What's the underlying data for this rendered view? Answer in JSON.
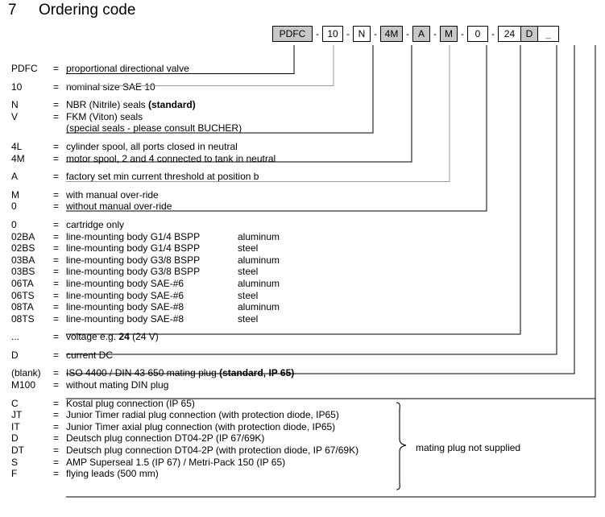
{
  "header": {
    "number": "7",
    "title": "Ordering code"
  },
  "code_string": {
    "segments": [
      {
        "text": "PDFC",
        "shaded": true,
        "cls": "cb-pdfc"
      },
      {
        "text": "10",
        "shaded": false,
        "cls": "cb-10"
      },
      {
        "text": "N",
        "shaded": false,
        "cls": "cb-n"
      },
      {
        "text": "4M",
        "shaded": true,
        "cls": "cb-4m"
      },
      {
        "text": "A",
        "shaded": true,
        "cls": "cb-a"
      },
      {
        "text": "M",
        "shaded": true,
        "cls": "cb-m"
      },
      {
        "text": "0",
        "shaded": false,
        "cls": "cb-0"
      },
      {
        "text": "24",
        "shaded": false,
        "cls": "cb-24"
      },
      {
        "text": "D",
        "shaded": true,
        "cls": "cb-d"
      },
      {
        "text": "_",
        "shaded": false,
        "cls": "cb-blank"
      }
    ],
    "separator": "-"
  },
  "definitions": {
    "equals": "=",
    "groups": [
      {
        "rows": [
          {
            "code": "PDFC",
            "desc": "proportional directional valve",
            "mat": ""
          }
        ]
      },
      {
        "rows": [
          {
            "code": "10",
            "desc": "nominal size SAE 10",
            "mat": ""
          }
        ]
      },
      {
        "rows": [
          {
            "code": "N",
            "desc_html": "NBR (Nitrile) seals  <b>(standard)</b>",
            "mat": ""
          },
          {
            "code": "V",
            "desc": "FKM (Viton) seals",
            "mat": ""
          },
          {
            "code": "",
            "desc": "(special seals - please consult BUCHER)",
            "mat": ""
          }
        ]
      },
      {
        "rows": [
          {
            "code": "4L",
            "desc": "cylinder spool, all ports closed in neutral",
            "mat": ""
          },
          {
            "code": "4M",
            "desc": "motor spool, 2 and 4 connected to tank in neutral",
            "mat": ""
          }
        ]
      },
      {
        "rows": [
          {
            "code": "A",
            "desc": "factory set min current threshold at position b",
            "mat": ""
          }
        ]
      },
      {
        "rows": [
          {
            "code": "M",
            "desc": "with manual over-ride",
            "mat": ""
          },
          {
            "code": "0",
            "desc": "without manual over-ride",
            "mat": ""
          }
        ]
      },
      {
        "rows": [
          {
            "code": "0",
            "desc": "cartridge only",
            "mat": ""
          },
          {
            "code": "02BA",
            "desc": "line-mounting body G1/4 BSPP",
            "mat": "aluminum"
          },
          {
            "code": "02BS",
            "desc": "line-mounting body G1/4 BSPP",
            "mat": "steel"
          },
          {
            "code": "03BA",
            "desc": "line-mounting body G3/8 BSPP",
            "mat": "aluminum"
          },
          {
            "code": "03BS",
            "desc": "line-mounting body G3/8 BSPP",
            "mat": "steel"
          },
          {
            "code": "06TA",
            "desc": "line-mounting body SAE-#6",
            "mat": "aluminum"
          },
          {
            "code": "06TS",
            "desc": "line-mounting body SAE-#6",
            "mat": "steel"
          },
          {
            "code": "08TA",
            "desc": "line-mounting body SAE-#8",
            "mat": "aluminum"
          },
          {
            "code": "08TS",
            "desc": "line-mounting body SAE-#8",
            "mat": "steel"
          }
        ]
      },
      {
        "rows": [
          {
            "code": "...",
            "desc_html": "voltage e.g. <b>24</b> (24 V)",
            "mat": ""
          }
        ]
      },
      {
        "rows": [
          {
            "code": "D",
            "desc": "current  DC",
            "mat": ""
          }
        ]
      },
      {
        "rows": [
          {
            "code": "(blank)",
            "desc_html": "ISO 4400 / DIN 43 650 mating plug <b>(standard, IP 65)</b>",
            "mat": ""
          },
          {
            "code": "M100",
            "desc": "without mating DIN plug",
            "mat": ""
          }
        ]
      },
      {
        "rows": [
          {
            "code": "C",
            "desc": "Kostal plug connection (IP 65)",
            "mat": ""
          },
          {
            "code": "JT",
            "desc": "Junior Timer radial plug connection (with protection diode, IP65)",
            "mat": ""
          },
          {
            "code": "IT",
            "desc": "Junior Timer axial plug connection (with protection diode, IP65)",
            "mat": ""
          },
          {
            "code": "D",
            "desc": "Deutsch plug connection DT04-2P (IP 67/69K)",
            "mat": ""
          },
          {
            "code": "DT",
            "desc": "Deutsch plug connection DT04-2P (with protection diode, IP 67/69K)",
            "mat": ""
          },
          {
            "code": "S",
            "desc": "AMP Superseal 1.5 (IP 67) / Metri-Pack 150 (IP 65)",
            "mat": ""
          },
          {
            "code": "F",
            "desc": "flying leads (500 mm)",
            "mat": ""
          }
        ]
      }
    ]
  },
  "annotation": {
    "brace_note": "mating plug not supplied"
  },
  "colors": {
    "shaded_box": "#c8c8c8",
    "line": "#000000",
    "gray_line": "#999999",
    "text": "#000000"
  }
}
